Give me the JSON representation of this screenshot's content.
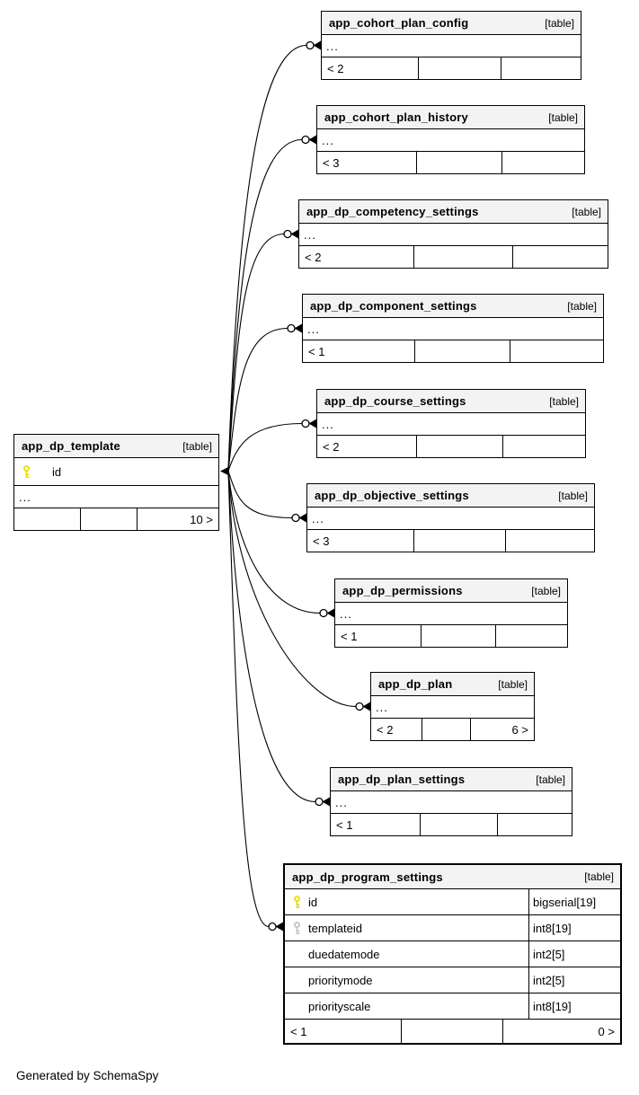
{
  "footer_note": "Generated by SchemaSpy",
  "colors": {
    "border": "#000000",
    "header_bg": "#f3f3f3",
    "primary_key": "#e2df0b",
    "foreign_key": "#c4c4c4"
  },
  "tables": [
    {
      "name": "app_cohort_plan_config",
      "badge": "[table]",
      "collapsed_body": "...",
      "footer": {
        "left": "< 2",
        "mid": "",
        "right": ""
      }
    },
    {
      "name": "app_cohort_plan_history",
      "badge": "[table]",
      "collapsed_body": "...",
      "footer": {
        "left": "< 3",
        "mid": "",
        "right": ""
      }
    },
    {
      "name": "app_dp_competency_settings",
      "badge": "[table]",
      "collapsed_body": "...",
      "footer": {
        "left": "< 2",
        "mid": "",
        "right": ""
      }
    },
    {
      "name": "app_dp_component_settings",
      "badge": "[table]",
      "collapsed_body": "...",
      "footer": {
        "left": "< 1",
        "mid": "",
        "right": ""
      }
    },
    {
      "name": "app_dp_course_settings",
      "badge": "[table]",
      "collapsed_body": "...",
      "footer": {
        "left": "< 2",
        "mid": "",
        "right": ""
      }
    },
    {
      "name": "app_dp_objective_settings",
      "badge": "[table]",
      "collapsed_body": "...",
      "footer": {
        "left": "< 3",
        "mid": "",
        "right": ""
      }
    },
    {
      "name": "app_dp_permissions",
      "badge": "[table]",
      "collapsed_body": "...",
      "footer": {
        "left": "< 1",
        "mid": "",
        "right": ""
      }
    },
    {
      "name": "app_dp_plan",
      "badge": "[table]",
      "collapsed_body": "...",
      "footer": {
        "left": "< 2",
        "mid": "",
        "right": "6 >"
      }
    },
    {
      "name": "app_dp_plan_settings",
      "badge": "[table]",
      "collapsed_body": "...",
      "footer": {
        "left": "< 1",
        "mid": "",
        "right": ""
      }
    },
    {
      "name": "app_dp_program_settings",
      "badge": "[table]",
      "columns": [
        {
          "key": "primary",
          "name": "id",
          "type": "bigserial[19]"
        },
        {
          "key": "foreign",
          "name": "templateid",
          "type": "int8[19]"
        },
        {
          "key": null,
          "name": "duedatemode",
          "type": "int2[5]"
        },
        {
          "key": null,
          "name": "prioritymode",
          "type": "int2[5]"
        },
        {
          "key": null,
          "name": "priorityscale",
          "type": "int8[19]"
        }
      ],
      "footer": {
        "left": "< 1",
        "mid": "",
        "right": "0 >"
      }
    },
    {
      "name": "app_dp_template",
      "badge": "[table]",
      "columns": [
        {
          "key": "primary",
          "name": "id",
          "type": null
        }
      ],
      "collapsed_body": "...",
      "footer": {
        "left": "",
        "mid": "",
        "right": "10 >"
      }
    }
  ]
}
